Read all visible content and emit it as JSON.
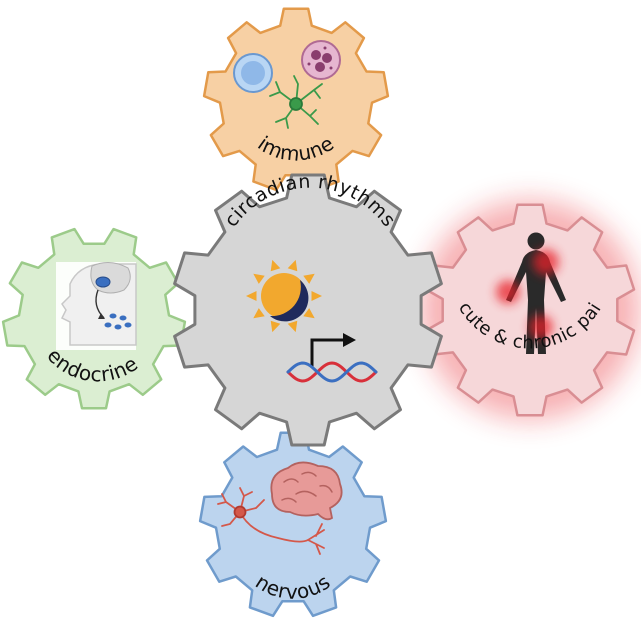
{
  "gears": {
    "center": {
      "label": "circadian rhythms",
      "fill": "#d6d6d6",
      "stroke": "#7a7a7a"
    },
    "immune": {
      "label": "immune",
      "fill": "#f7d0a4",
      "stroke": "#e39a4a"
    },
    "endocrine": {
      "label": "endocrine",
      "fill": "#dbeed2",
      "stroke": "#9ccb8a"
    },
    "pain": {
      "label": "acute & chronic pain",
      "fill": "#f6d7d9",
      "stroke": "#d98e93"
    },
    "nervous": {
      "label": "nervous",
      "fill": "#bcd4ee",
      "stroke": "#6f9bcc"
    }
  },
  "icons": {
    "center": [
      "sun-moon-icon",
      "gene-expression-icon"
    ],
    "immune": [
      "lymphocyte-icon",
      "neutrophil-icon",
      "microglia-icon"
    ],
    "endocrine": [
      "head-profile-icon",
      "pituitary-gland-icon",
      "hormone-release-icon"
    ],
    "pain": [
      "human-body-icon",
      "pain-spot-icon"
    ],
    "nervous": [
      "neuron-icon",
      "brain-icon"
    ]
  },
  "colors": {
    "sun": "#f2a82e",
    "moon": "#1f2a5c",
    "dna_red": "#d8303a",
    "dna_blue": "#3b6fc1",
    "pain_glow": "#e8202a"
  }
}
